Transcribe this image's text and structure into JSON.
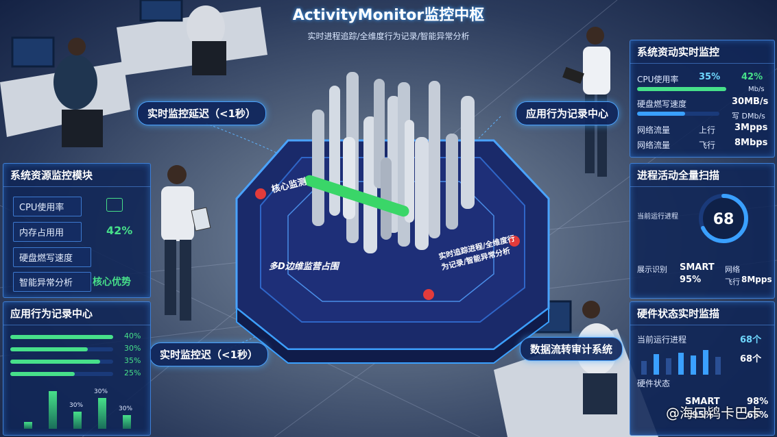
{
  "header": {
    "title": "ActivityMonitor监控中枢",
    "subtitle": "实时进程追踪/全维度行为记录/智能异常分析"
  },
  "callouts": {
    "latency_top": "实时监控延迟（<1秒）",
    "latency_bottom": "实时监控迟（<1秒）",
    "app_center": "应用行为记录中心",
    "audit": "数据流转审计系统"
  },
  "platform": {
    "front_label": "多D边维监营占围",
    "top_label": "核心监测",
    "right_label": "实时追踪进程/全维度行为记录/智能异常分析"
  },
  "left_panel": {
    "title": "系统资源监控模块",
    "items": [
      {
        "label": "CPU使用率",
        "value": ""
      },
      {
        "label": "内存占用用",
        "value": "42%"
      },
      {
        "label": "硬盘燃写速度",
        "value": ""
      },
      {
        "label": "智能异常分析",
        "value": "核心优势"
      }
    ]
  },
  "left_bottom_panel": {
    "title": "应用行为记录中心",
    "bars": [
      {
        "label": "",
        "value": 40,
        "text": "40%"
      },
      {
        "label": "",
        "value": 30,
        "text": "30%"
      },
      {
        "label": "",
        "value": 35,
        "text": "35%"
      },
      {
        "label": "",
        "value": 25,
        "text": "25%"
      }
    ],
    "columns": [
      {
        "value": 10,
        "label": ""
      },
      {
        "value": 55,
        "label": ""
      },
      {
        "value": 25,
        "label": "30%"
      },
      {
        "value": 45,
        "label": "30%"
      },
      {
        "value": 20,
        "label": "30%"
      }
    ]
  },
  "right_top_panel": {
    "title": "系统资动实时监控",
    "cpu_label": "CPU使用率",
    "cpu_value": "35%",
    "cpu_value2": "42%",
    "unit1": "Mb/s",
    "disk_label": "硬盘燃写速度",
    "disk_value": "30MB/s",
    "unit2": "写 DMb/s",
    "net1_label": "网络流量",
    "net1_dir": "上行",
    "net1_value": "3Mpps",
    "net2_label": "网络流量",
    "net2_dir": "飞行",
    "net2_value": "8Mbps"
  },
  "right_mid_panel": {
    "title": "进程活动全量扫描",
    "gauge_value": "68",
    "gauge_fraction": 0.68,
    "left_label": "当前运行进程",
    "display_label": "展示识别",
    "display_value": "SMART",
    "display_pct": "95%",
    "net_label": "网络",
    "net_dir": "飞行",
    "net_value": "8Mpps"
  },
  "right_bottom_panel": {
    "title": "硬件状态实时监描",
    "proc_label": "当前运行进程",
    "proc_value": "68个",
    "proc_value2": "68个",
    "hw_label": "硬件状态",
    "smart_label": "SMART",
    "pct1": "98%",
    "pct2": "95%",
    "pct3": "65%"
  },
  "watermark": "@海口鸨卡巴卡",
  "colors": {
    "accent": "#47e08a",
    "border": "#3f7fd6",
    "bg": "#102656"
  }
}
